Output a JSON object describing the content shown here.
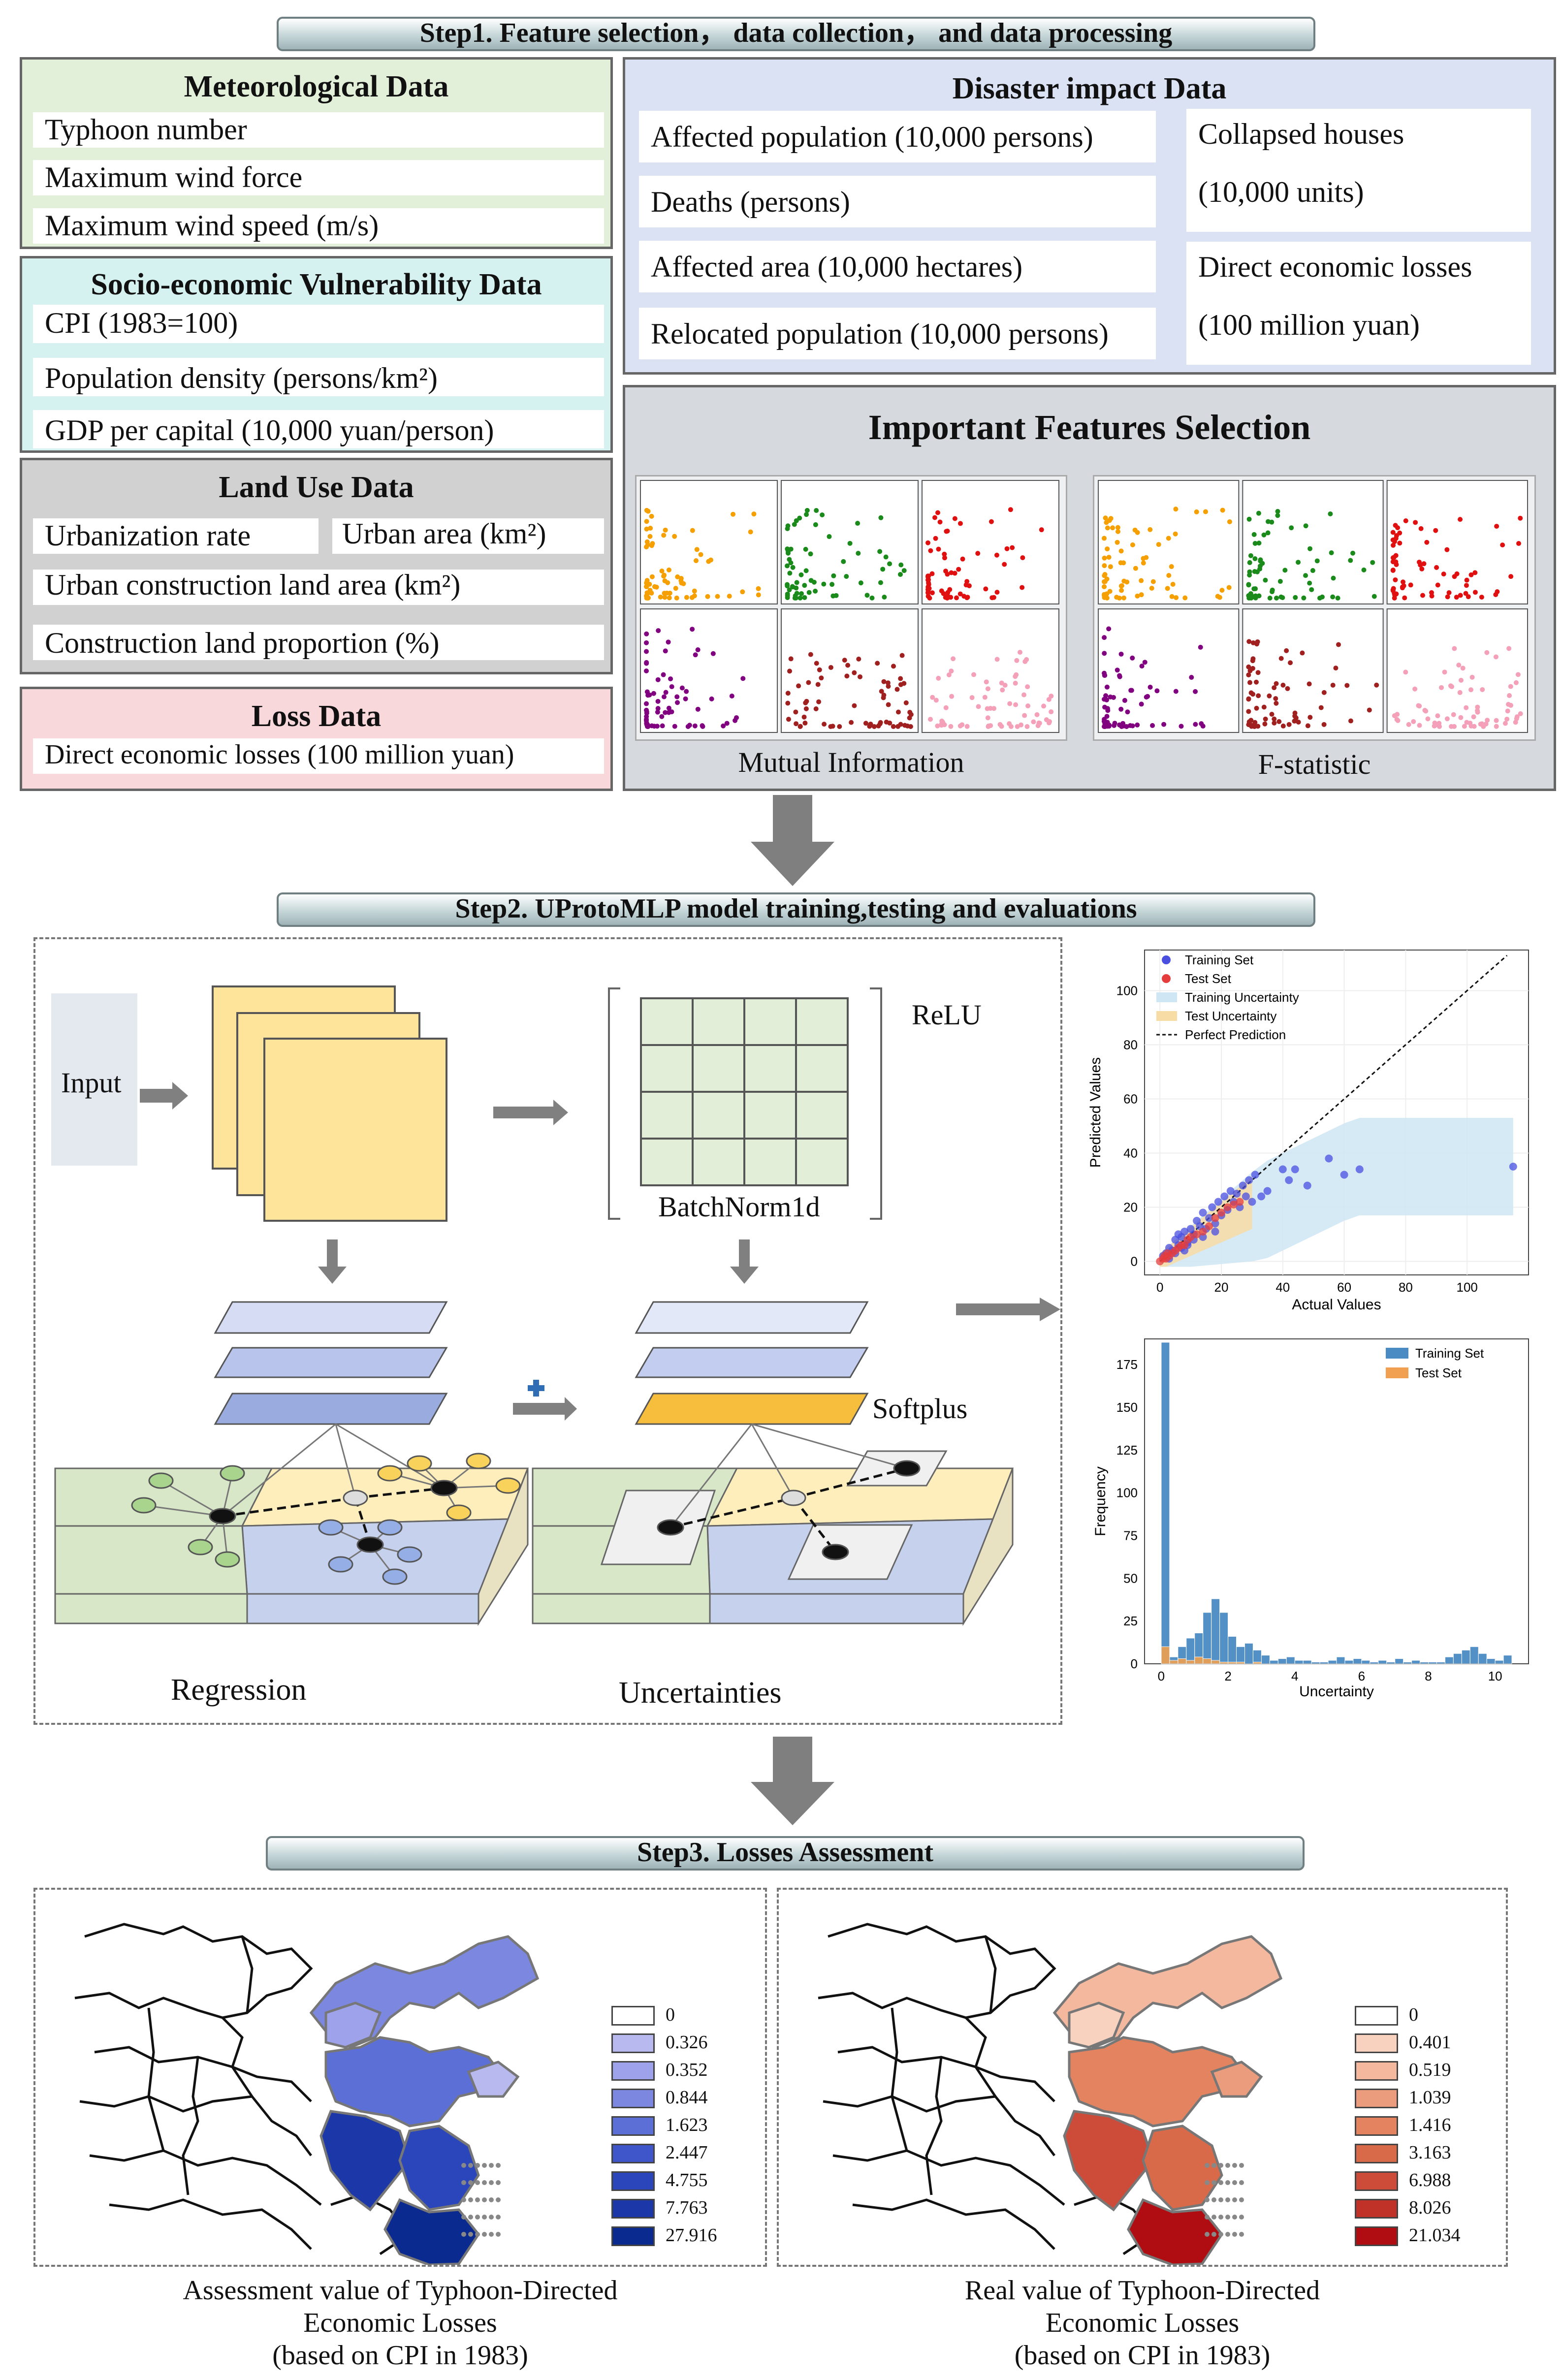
{
  "step1": {
    "banner": "Step1. Feature selection， data collection， and data processing",
    "meteorological": {
      "title": "Meteorological Data",
      "items": [
        "Typhoon number",
        "Maximum wind force",
        "Maximum wind speed (m/s)"
      ]
    },
    "socio": {
      "title": "Socio-economic Vulnerability Data",
      "items": [
        "CPI (1983=100)",
        "Population density (persons/km²)",
        "GDP per capital (10,000 yuan/person)"
      ]
    },
    "landuse": {
      "title": "Land Use Data",
      "items": [
        "Urbanization rate",
        "Urban area (km²)",
        "Urban construction land area (km²)",
        "Construction land proportion (%)"
      ]
    },
    "loss": {
      "title": "Loss Data",
      "items": [
        "Direct economic losses (100 million yuan)"
      ]
    },
    "disaster": {
      "title": "Disaster impact Data",
      "left_items": [
        "Affected population (10,000 persons)",
        "Deaths (persons)",
        "Affected area (10,000 hectares)",
        "Relocated population (10,000 persons)"
      ],
      "right_items": [
        "Collapsed houses",
        "(10,000 units)",
        "Direct economic losses",
        "(100 million yuan)"
      ]
    },
    "features": {
      "title": "Important Features Selection",
      "mi_label": "Mutual Information",
      "f_label": "F-statistic",
      "scatter_colors": [
        "#f5a000",
        "#1a8a1a",
        "#e01010",
        "#800080",
        "#a02020",
        "#f4a0b8"
      ]
    }
  },
  "step2": {
    "banner": "Step2. UProtoMLP model training,testing and evaluations",
    "input": "Input",
    "relu": "ReLU",
    "batchnorm": "BatchNorm1d",
    "softplus": "Softplus",
    "regression": "Regression",
    "uncertainties": "Uncertainties",
    "colors": {
      "feature_map": "#fde49a",
      "grid": "#e2eed8",
      "layer": "#d5dcf4",
      "layer_dark": "#9aabdf",
      "softplus_layer": "#f6be3c",
      "green": "#d7e7c7",
      "yellow": "#fdeebb",
      "blue": "#c6d1ee",
      "arrow": "#808080",
      "plus": "#2f6db4"
    }
  },
  "scatter_chart": {
    "type": "scatter",
    "xlabel": "Actual Values",
    "ylabel": "Predicted Values",
    "xlim": [
      -5,
      120
    ],
    "ylim": [
      -5,
      115
    ],
    "xticks": [
      "0",
      "20",
      "40",
      "60",
      "80",
      "100"
    ],
    "yticks": [
      "0",
      "20",
      "40",
      "60",
      "80",
      "100"
    ],
    "legend": [
      "Training Set",
      "Test Set",
      "Training Uncertainty",
      "Test Uncertainty",
      "Perfect Prediction"
    ],
    "legend_position": "top-left",
    "grid": true,
    "colors": {
      "train": "#4a4fe0",
      "test": "#e53c3c",
      "train_band": "#cfe6f5",
      "test_band": "#f8dca6"
    },
    "train_points": [
      [
        1,
        2
      ],
      [
        2,
        3
      ],
      [
        3,
        5
      ],
      [
        4,
        4
      ],
      [
        5,
        8
      ],
      [
        6,
        6
      ],
      [
        7,
        9
      ],
      [
        8,
        11
      ],
      [
        9,
        7
      ],
      [
        10,
        12
      ],
      [
        11,
        10
      ],
      [
        12,
        15
      ],
      [
        13,
        13
      ],
      [
        14,
        18
      ],
      [
        15,
        12
      ],
      [
        16,
        16
      ],
      [
        17,
        20
      ],
      [
        18,
        14
      ],
      [
        19,
        22
      ],
      [
        20,
        17
      ],
      [
        21,
        24
      ],
      [
        22,
        19
      ],
      [
        23,
        26
      ],
      [
        24,
        22
      ],
      [
        25,
        25
      ],
      [
        26,
        20
      ],
      [
        27,
        28
      ],
      [
        28,
        24
      ],
      [
        29,
        30
      ],
      [
        30,
        22
      ],
      [
        31,
        32
      ],
      [
        33,
        24
      ],
      [
        35,
        26
      ],
      [
        40,
        34
      ],
      [
        42,
        30
      ],
      [
        44,
        34
      ],
      [
        48,
        28
      ],
      [
        55,
        38
      ],
      [
        60,
        32
      ],
      [
        65,
        34
      ],
      [
        115,
        35
      ],
      [
        3,
        1
      ],
      [
        5,
        3
      ],
      [
        7,
        5
      ],
      [
        9,
        6
      ],
      [
        11,
        8
      ],
      [
        6,
        10
      ],
      [
        8,
        4
      ],
      [
        14,
        9
      ],
      [
        18,
        11
      ]
    ],
    "test_points": [
      [
        0,
        0
      ],
      [
        1,
        1
      ],
      [
        1.5,
        2
      ],
      [
        2,
        1
      ],
      [
        2.5,
        3
      ],
      [
        3,
        2
      ],
      [
        4,
        3
      ],
      [
        5,
        4
      ],
      [
        6,
        5
      ],
      [
        7,
        6
      ],
      [
        8,
        6
      ],
      [
        9,
        8
      ],
      [
        10,
        9
      ],
      [
        12,
        10
      ],
      [
        14,
        11
      ],
      [
        16,
        13
      ],
      [
        18,
        16
      ],
      [
        20,
        18
      ],
      [
        22,
        20
      ],
      [
        24,
        21
      ],
      [
        26,
        22
      ]
    ]
  },
  "hist_chart": {
    "type": "bar",
    "xlabel": "Uncertainty",
    "ylabel": "Frequency",
    "xlim": [
      -0.5,
      11
    ],
    "ylim": [
      0,
      190
    ],
    "xticks": [
      "0",
      "2",
      "4",
      "6",
      "8",
      "10"
    ],
    "yticks": [
      "0",
      "25",
      "50",
      "75",
      "100",
      "125",
      "150",
      "175"
    ],
    "legend": [
      "Training Set",
      "Test Set"
    ],
    "legend_position": "top-right",
    "colors": {
      "train": "#4a8bc4",
      "test": "#f0a050"
    },
    "bin_width": 0.25,
    "series": [
      {
        "name": "Training Set",
        "values": [
          188,
          4,
          10,
          15,
          18,
          30,
          38,
          30,
          16,
          10,
          12,
          8,
          5,
          2,
          3,
          4,
          2,
          2,
          1,
          1,
          2,
          4,
          2,
          3,
          2,
          1,
          2,
          1,
          3,
          1,
          2,
          1,
          1,
          1,
          4,
          6,
          8,
          10,
          6,
          3,
          2,
          5
        ]
      },
      {
        "name": "Test Set",
        "values": [
          10,
          2,
          3,
          2,
          4,
          3,
          2,
          1,
          1,
          1,
          0,
          1,
          0,
          0,
          0,
          0,
          0,
          0,
          0,
          0,
          0,
          0,
          0,
          0,
          0,
          0,
          0,
          0,
          0,
          0,
          0,
          0,
          0,
          0,
          0,
          0,
          0,
          0,
          0,
          0,
          0,
          0
        ]
      }
    ]
  },
  "step3": {
    "banner": "Step3. Losses Assessment",
    "left_caption": [
      "Assessment value of Typhoon-Directed",
      "Economic Losses",
      "(based on CPI in 1983)"
    ],
    "right_caption": [
      "Real value of Typhoon-Directed",
      "Economic Losses",
      "(based on CPI in 1983)"
    ],
    "left_legend": [
      {
        "label": "0",
        "color": "#ffffff"
      },
      {
        "label": "0.326",
        "color": "#b7b9ef"
      },
      {
        "label": "0.352",
        "color": "#9da2ea"
      },
      {
        "label": "0.844",
        "color": "#7c88e0"
      },
      {
        "label": "1.623",
        "color": "#5b6fd6"
      },
      {
        "label": "2.447",
        "color": "#3e56c9"
      },
      {
        "label": "4.755",
        "color": "#2a46ba"
      },
      {
        "label": "7.763",
        "color": "#1c38a8"
      },
      {
        "label": "27.916",
        "color": "#0b2a8f"
      }
    ],
    "right_legend": [
      {
        "label": "0",
        "color": "#ffffff"
      },
      {
        "label": "0.401",
        "color": "#f8d2bf"
      },
      {
        "label": "0.519",
        "color": "#f3b89e"
      },
      {
        "label": "1.039",
        "color": "#eb9c7d"
      },
      {
        "label": "1.416",
        "color": "#e3835f"
      },
      {
        "label": "3.163",
        "color": "#d86a4a"
      },
      {
        "label": "6.988",
        "color": "#cc4b39"
      },
      {
        "label": "8.026",
        "color": "#c03128"
      },
      {
        "label": "21.034",
        "color": "#b00d12"
      }
    ],
    "left_region_colors": [
      "#7c88e0",
      "#5b6fd6",
      "#9da2ea",
      "#1c38a8",
      "#2a46ba",
      "#0b2a8f",
      "#b7b9ef"
    ],
    "right_region_colors": [
      "#f3b89e",
      "#e3835f",
      "#f8d2bf",
      "#cc4b39",
      "#d86a4a",
      "#b00d12",
      "#eb9c7d"
    ]
  }
}
